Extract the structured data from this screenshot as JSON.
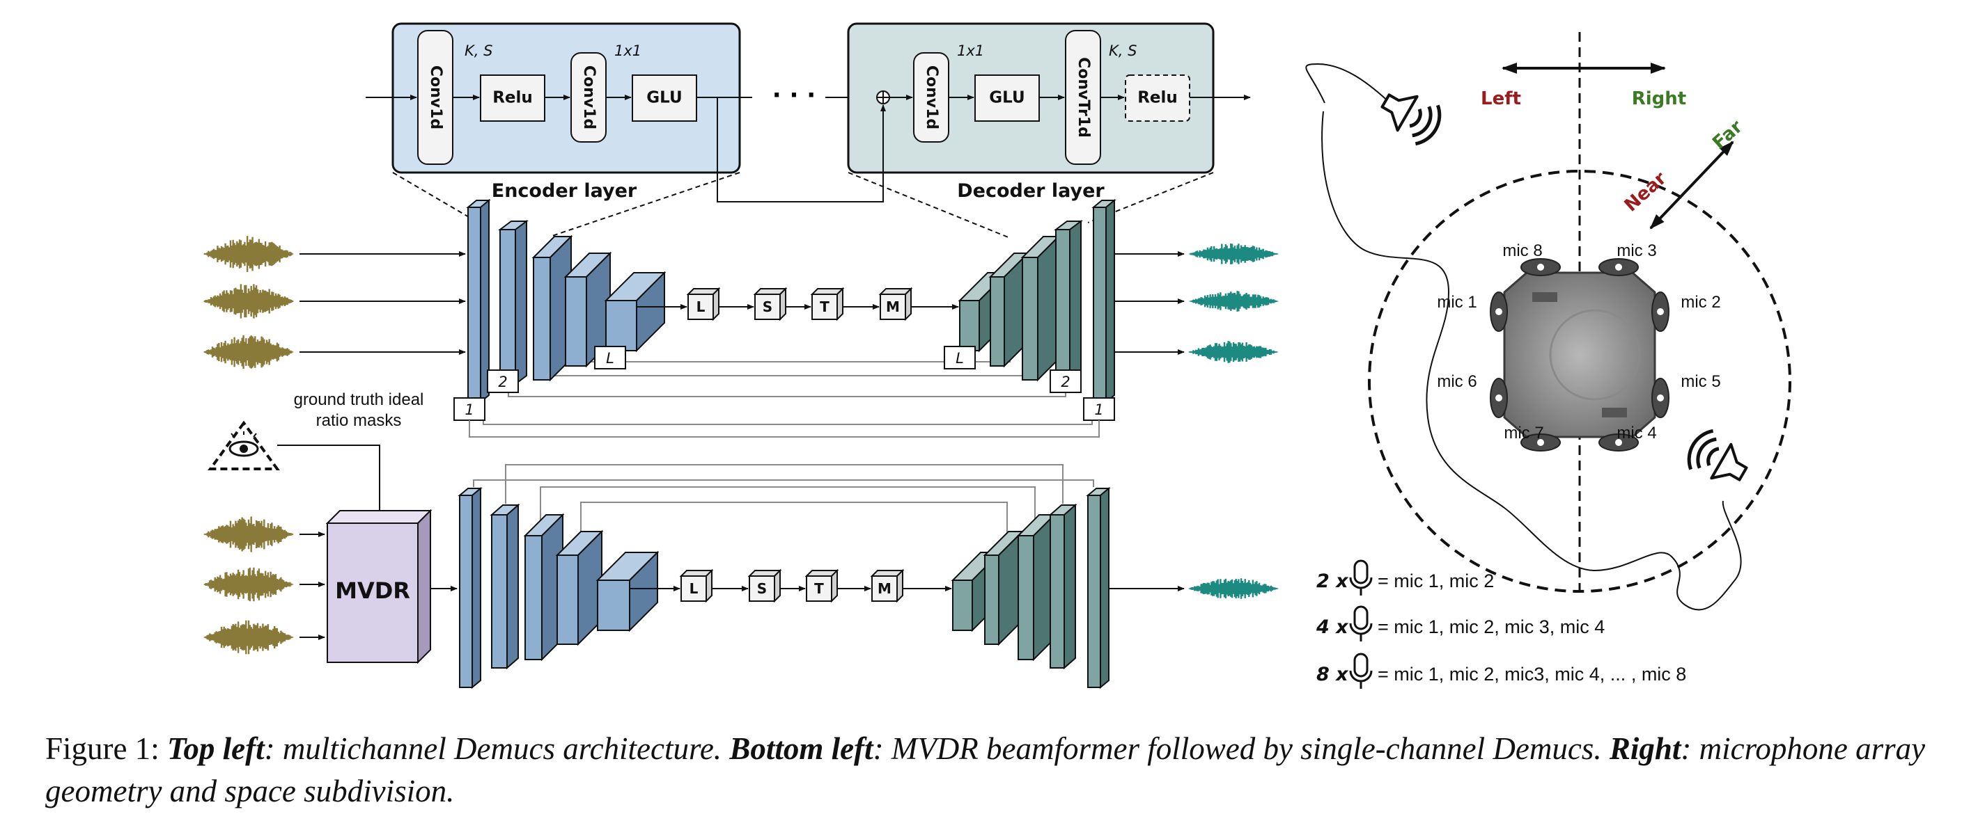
{
  "encoder": {
    "title": "Encoder layer",
    "blocks": [
      "Conv1d",
      "Relu",
      "Conv1d",
      "GLU"
    ],
    "params": [
      "K, S",
      "1x1"
    ]
  },
  "decoder": {
    "title": "Decoder layer",
    "blocks": [
      "Conv1d",
      "GLU",
      "ConvTr1d",
      "Relu"
    ],
    "params": [
      "1x1",
      "K, S"
    ]
  },
  "ellipsis": "· · ·",
  "lstm_blocks": [
    "L",
    "S",
    "T",
    "M"
  ],
  "skip_labels": {
    "l1": "1",
    "l2": "2",
    "lL": "L"
  },
  "gt_label": [
    "ground truth ideal",
    "ratio masks"
  ],
  "mvdr_label": "MVDR",
  "directions": {
    "left": "Left",
    "right": "Right",
    "near": "Near",
    "far": "Far"
  },
  "mics": [
    "mic 8",
    "mic 3",
    "mic 1",
    "mic 2",
    "mic 6",
    "mic 5",
    "mic 7",
    "mic 4"
  ],
  "legend": [
    {
      "n": "2 x",
      "text": "= mic 1, mic 2"
    },
    {
      "n": "4 x",
      "text": "= mic 1, mic 2, mic 3, mic 4"
    },
    {
      "n": "8 x",
      "text": "= mic 1, mic 2, mic3, mic 4, ... , mic 8"
    }
  ],
  "caption": {
    "prefix": "Figure 1: ",
    "tl_label": "Top left",
    "tl_text": ": multichannel Demucs architecture. ",
    "bl_label": "Bottom left",
    "bl_text": ": MVDR beamformer followed by single-channel Demucs. ",
    "r_label": "Right",
    "r_text": ": microphone array geometry and space subdivision."
  },
  "colors": {
    "encoder_panel": "#cfe0f1",
    "decoder_panel": "#d1e0e0",
    "enc_block": "#8eafd0",
    "dec_block": "#7fa4a2",
    "mvdr": "#d9d0e9",
    "wave_in": "#8a7a3a",
    "wave_out": "#1c8a80",
    "left": "#9a1c1c",
    "right": "#3c7a24"
  }
}
